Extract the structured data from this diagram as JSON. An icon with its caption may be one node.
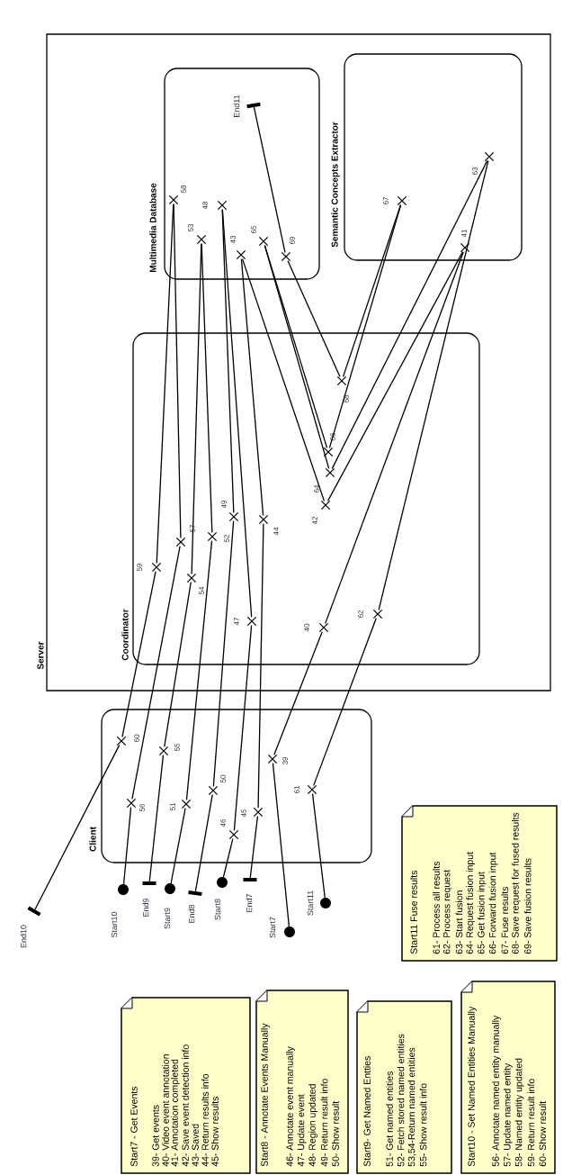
{
  "diagram": {
    "nodes": [
      {
        "text": [
          "Server"
        ]
      },
      {
        "text": [
          "Multimedia Database"
        ],
        "in": 0
      },
      {
        "text": [
          "Semantic Concepts Extractor"
        ],
        "in": 0
      },
      {
        "text": [
          "Coordinator"
        ],
        "in": 0
      },
      {
        "text": [
          "Client"
        ]
      },
      {
        "text": [],
        "shape": "cross",
        "beside": [
          "39"
        ],
        "in": 4
      },
      {
        "text": [],
        "shape": "cross",
        "beside": [
          "40"
        ],
        "in": 3
      },
      {
        "text": [],
        "shape": "cross",
        "beside": [
          "41"
        ],
        "in": 2
      },
      {
        "text": [],
        "shape": "cross",
        "beside": [
          "42"
        ],
        "in": 3
      },
      {
        "text": [],
        "shape": "cross",
        "beside": [
          "43"
        ],
        "in": 1
      },
      {
        "text": [],
        "shape": "cross",
        "beside": [
          "44"
        ],
        "in": 3
      },
      {
        "text": [],
        "shape": "cross",
        "beside": [
          "45"
        ],
        "in": 4
      },
      {
        "text": [],
        "shape": "cross",
        "beside": [
          "46"
        ],
        "in": 4
      },
      {
        "text": [],
        "shape": "cross",
        "beside": [
          "47"
        ],
        "in": 3
      },
      {
        "text": [],
        "shape": "cross",
        "beside": [
          "48"
        ],
        "in": 1
      },
      {
        "text": [],
        "shape": "cross",
        "beside": [
          "49"
        ],
        "in": 3
      },
      {
        "text": [],
        "shape": "cross",
        "beside": [
          "50"
        ],
        "in": 4
      },
      {
        "text": [],
        "shape": "cross",
        "beside": [
          "51"
        ],
        "in": 4
      },
      {
        "text": [],
        "shape": "cross",
        "beside": [
          "52"
        ],
        "in": 3
      },
      {
        "text": [],
        "shape": "cross",
        "beside": [
          "53"
        ],
        "in": 1
      },
      {
        "text": [],
        "shape": "cross",
        "beside": [
          "54"
        ],
        "in": 3
      },
      {
        "text": [],
        "shape": "cross",
        "beside": [
          "55"
        ],
        "in": 4
      },
      {
        "text": [],
        "shape": "cross",
        "beside": [
          "56"
        ],
        "in": 4
      },
      {
        "text": [],
        "shape": "cross",
        "beside": [
          "57"
        ],
        "in": 3
      },
      {
        "text": [],
        "shape": "cross",
        "beside": [
          "58"
        ],
        "in": 1
      },
      {
        "text": [],
        "shape": "cross",
        "beside": [
          "59"
        ],
        "in": 3
      },
      {
        "text": [],
        "shape": "cross",
        "beside": [
          "60"
        ],
        "in": 4
      },
      {
        "text": [],
        "shape": "cross",
        "beside": [
          "61"
        ],
        "in": 4
      },
      {
        "text": [],
        "shape": "cross",
        "beside": [
          "62"
        ],
        "in": 3
      },
      {
        "text": [],
        "shape": "cross",
        "beside": [
          "63"
        ],
        "in": 2
      },
      {
        "text": [],
        "shape": "cross",
        "beside": [
          "64"
        ],
        "in": 3
      },
      {
        "text": [],
        "shape": "cross",
        "beside": [
          "65"
        ],
        "in": 1
      },
      {
        "text": [],
        "shape": "cross",
        "beside": [
          "66"
        ],
        "in": 3
      },
      {
        "text": [],
        "shape": "cross",
        "beside": [
          "67"
        ],
        "in": 2
      },
      {
        "text": [],
        "shape": "cross",
        "beside": [
          "68"
        ],
        "in": 3
      },
      {
        "text": [],
        "shape": "cross",
        "beside": [
          "69"
        ],
        "in": 1
      },
      {
        "text": [],
        "shape": "circle",
        "beside": [
          "Start7"
        ]
      },
      {
        "text": [],
        "shape": "circle",
        "beside": [
          "Start8"
        ]
      },
      {
        "text": [],
        "shape": "circle",
        "beside": [
          "Start9"
        ]
      },
      {
        "text": [],
        "shape": "circle",
        "beside": [
          "Start10"
        ]
      },
      {
        "text": [],
        "shape": "circle",
        "beside": [
          "Start11"
        ]
      },
      {
        "text": [],
        "shape": "bar",
        "beside": [
          "End7"
        ]
      },
      {
        "text": [],
        "shape": "bar",
        "beside": [
          "End8"
        ]
      },
      {
        "text": [],
        "shape": "bar",
        "beside": [
          "End9"
        ]
      },
      {
        "text": [],
        "shape": "bar",
        "beside": [
          "End10"
        ]
      },
      {
        "text": [],
        "shape": "bar",
        "beside": [
          "End11"
        ],
        "in": 1
      },
      {
        "text": [
          "Start7 - Get Events",
          "39- Get events",
          "40- Video event annotation",
          "41- Annotation completed",
          "42- Save event detection info",
          "43- Saved",
          "44- Return results info",
          "45- Show results"
        ]
      },
      {
        "text": [
          "Start8 - Annotate Events Manually",
          "46- Annotate event manually",
          "47- Update event",
          "48- Region updated",
          "49- Return result info",
          "50- Show result"
        ]
      },
      {
        "text": [
          "Start9- Get Named Entties",
          "51- Get named entities",
          "52- Fetch stored named entities",
          "53,54-Return named entities",
          "55- Show result info"
        ]
      },
      {
        "text": [
          "Start10 - Set Named Entities Manually",
          "56- Annotate named entity manually",
          "57- Update named entity",
          "58- Named entity updated",
          "59- Return result info",
          "60- Show result"
        ]
      },
      {
        "text": [
          "Start11 Fuse results",
          "61- Process all results",
          "62- Process request",
          "63- Start fusion",
          "64- Request fusion input",
          "65- Get fusion input",
          "66- Forward fusion input",
          "67- Fuse results",
          "68- Save request for fused results",
          "69- Save fusion results"
        ]
      }
    ],
    "edges": [
      {
        "from": 36,
        "to": 5,
        "arrow": "none"
      },
      {
        "from": 5,
        "to": 6,
        "arrow": "none"
      },
      {
        "from": 6,
        "to": 7,
        "arrow": "none"
      },
      {
        "from": 7,
        "to": 8,
        "arrow": "none"
      },
      {
        "from": 8,
        "to": 9,
        "arrow": "none"
      },
      {
        "from": 9,
        "to": 10,
        "arrow": "none"
      },
      {
        "from": 10,
        "to": 11,
        "arrow": "none"
      },
      {
        "from": 11,
        "to": 41,
        "arrow": "none"
      },
      {
        "from": 37,
        "to": 12,
        "arrow": "none"
      },
      {
        "from": 12,
        "to": 13,
        "arrow": "none"
      },
      {
        "from": 13,
        "to": 14,
        "arrow": "none"
      },
      {
        "from": 14,
        "to": 15,
        "arrow": "none"
      },
      {
        "from": 15,
        "to": 16,
        "arrow": "none"
      },
      {
        "from": 16,
        "to": 42,
        "arrow": "none"
      },
      {
        "from": 38,
        "to": 17,
        "arrow": "none"
      },
      {
        "from": 17,
        "to": 18,
        "arrow": "none"
      },
      {
        "from": 18,
        "to": 19,
        "arrow": "none"
      },
      {
        "from": 19,
        "to": 20,
        "arrow": "none"
      },
      {
        "from": 20,
        "to": 21,
        "arrow": "none"
      },
      {
        "from": 21,
        "to": 43,
        "arrow": "none"
      },
      {
        "from": 39,
        "to": 22,
        "arrow": "none"
      },
      {
        "from": 22,
        "to": 23,
        "arrow": "none"
      },
      {
        "from": 23,
        "to": 24,
        "arrow": "none"
      },
      {
        "from": 24,
        "to": 25,
        "arrow": "none"
      },
      {
        "from": 25,
        "to": 26,
        "arrow": "none"
      },
      {
        "from": 26,
        "to": 44,
        "arrow": "none"
      },
      {
        "from": 40,
        "to": 27,
        "arrow": "none"
      },
      {
        "from": 27,
        "to": 28,
        "arrow": "none"
      },
      {
        "from": 28,
        "to": 29,
        "arrow": "none"
      },
      {
        "from": 29,
        "to": 30,
        "arrow": "none"
      },
      {
        "from": 30,
        "to": 31,
        "arrow": "none"
      },
      {
        "from": 31,
        "to": 32,
        "arrow": "none"
      },
      {
        "from": 32,
        "to": 33,
        "arrow": "none"
      },
      {
        "from": 33,
        "to": 34,
        "arrow": "none"
      },
      {
        "from": 34,
        "to": 35,
        "arrow": "none"
      },
      {
        "from": 35,
        "to": 45,
        "arrow": "none"
      }
    ]
  }
}
